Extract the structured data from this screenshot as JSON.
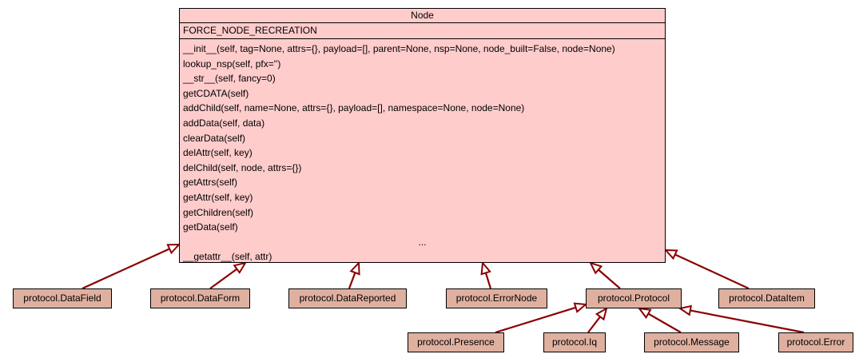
{
  "node": {
    "name": "Node",
    "attribute": "FORCE_NODE_RECREATION",
    "methods": [
      "__init__(self, tag=None, attrs={}, payload=[], parent=None, nsp=None, node_built=False, node=None)",
      "lookup_nsp(self, pfx='')",
      "__str__(self, fancy=0)",
      "getCDATA(self)",
      "addChild(self, name=None, attrs={}, payload=[], namespace=None, node=None)",
      "addData(self, data)",
      "clearData(self)",
      "delAttr(self, key)",
      "delChild(self, node, attrs={})",
      "getAttrs(self)",
      "getAttr(self, key)",
      "getChildren(self)",
      "getData(self)",
      "...",
      "__getattr__(self, attr)"
    ]
  },
  "classes": [
    {
      "id": "datafield",
      "label": "protocol.DataField"
    },
    {
      "id": "dataform",
      "label": "protocol.DataForm"
    },
    {
      "id": "datareported",
      "label": "protocol.DataReported"
    },
    {
      "id": "errornode",
      "label": "protocol.ErrorNode"
    },
    {
      "id": "protocol",
      "label": "protocol.Protocol"
    },
    {
      "id": "dataitem",
      "label": "protocol.DataItem"
    },
    {
      "id": "presence",
      "label": "protocol.Presence"
    },
    {
      "id": "iq",
      "label": "protocol.Iq"
    },
    {
      "id": "message",
      "label": "protocol.Message"
    },
    {
      "id": "error",
      "label": "protocol.Error"
    }
  ],
  "edges": [
    {
      "from": "datafield",
      "to": "node",
      "type": "inheritance"
    },
    {
      "from": "dataform",
      "to": "node",
      "type": "inheritance"
    },
    {
      "from": "datareported",
      "to": "node",
      "type": "inheritance"
    },
    {
      "from": "errornode",
      "to": "node",
      "type": "inheritance"
    },
    {
      "from": "protocol",
      "to": "node",
      "type": "inheritance"
    },
    {
      "from": "dataitem",
      "to": "node",
      "type": "inheritance"
    },
    {
      "from": "presence",
      "to": "protocol",
      "type": "inheritance"
    },
    {
      "from": "iq",
      "to": "protocol",
      "type": "inheritance"
    },
    {
      "from": "message",
      "to": "protocol",
      "type": "inheritance"
    },
    {
      "from": "error",
      "to": "protocol",
      "type": "inheritance"
    }
  ],
  "colors": {
    "node_fill": "#ffcccc",
    "class_fill": "#dfb0a0",
    "edge": "#8b0000"
  }
}
